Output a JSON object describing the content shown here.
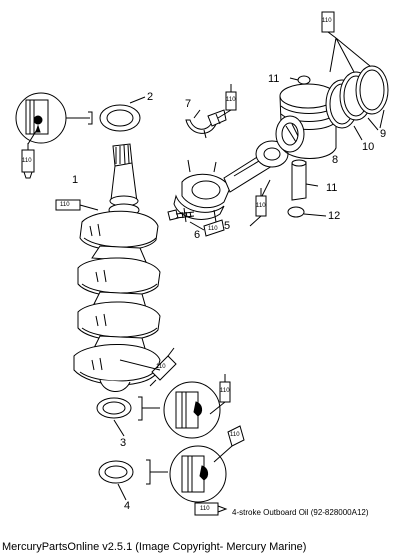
{
  "callouts": [
    "1",
    "2",
    "3",
    "4",
    "5",
    "6",
    "7",
    "8",
    "9",
    "10",
    "11",
    "11",
    "12"
  ],
  "lubricant_code": "110",
  "legend": "4-stroke Outboard Oil (92-828000A12)",
  "footer": "MercuryPartsOnline v2.5.1 (Image Copyright- Mercury Marine)"
}
